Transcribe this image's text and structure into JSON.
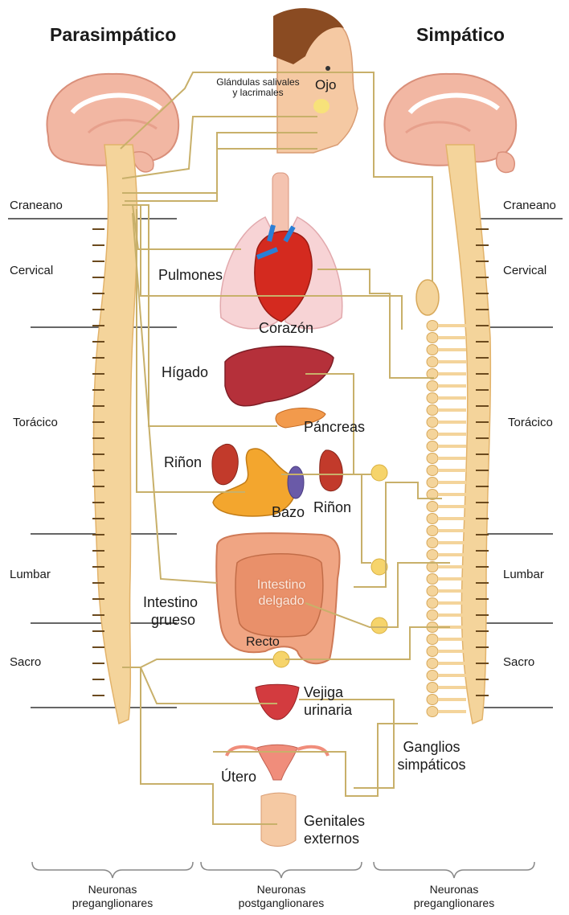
{
  "titles": {
    "left": "Parasimpático",
    "right": "Simpático"
  },
  "regions": [
    "Craneano",
    "Cervical",
    "Torácico",
    "Lumbar",
    "Sacro"
  ],
  "organs": {
    "glandulas_line1": "Glándulas salivales",
    "glandulas_line2": "y lacrimales",
    "ojo": "Ojo",
    "pulmones": "Pulmones",
    "corazon": "Corazón",
    "higado": "Hígado",
    "pancreas": "Páncreas",
    "rinon_left": "Riñon",
    "rinon_right": "Riñon",
    "bazo": "Bazo",
    "intestino_delgado_line1": "Intestino",
    "intestino_delgado_line2": "delgado",
    "intestino_grueso_line1": "Intestino",
    "intestino_grueso_line2": "grueso",
    "recto": "Recto",
    "vejiga_line1": "Vejiga",
    "vejiga_line2": "urinaria",
    "utero": "Útero",
    "genitales_line1": "Genitales",
    "genitales_line2": "externos",
    "ganglios_line1": "Ganglios",
    "ganglios_line2": "simpáticos"
  },
  "footer": {
    "left_line1": "Neuronas",
    "left_line2": "preganglionares",
    "middle_line1": "Neuronas",
    "middle_line2": "postganglionares",
    "right_line1": "Neuronas",
    "right_line2": "preganglionares"
  },
  "colors": {
    "nerve": "#c8b06a",
    "spine": "#f4d49b",
    "brain": "#f2b7a3",
    "heart": "#d42a1f",
    "lung": "#f7d3d5",
    "liver": "#b5303a",
    "stomach": "#f3a62e",
    "spleen": "#6a5aa8",
    "intestine": "#f0a583",
    "ganglion": "#f6d46b"
  }
}
